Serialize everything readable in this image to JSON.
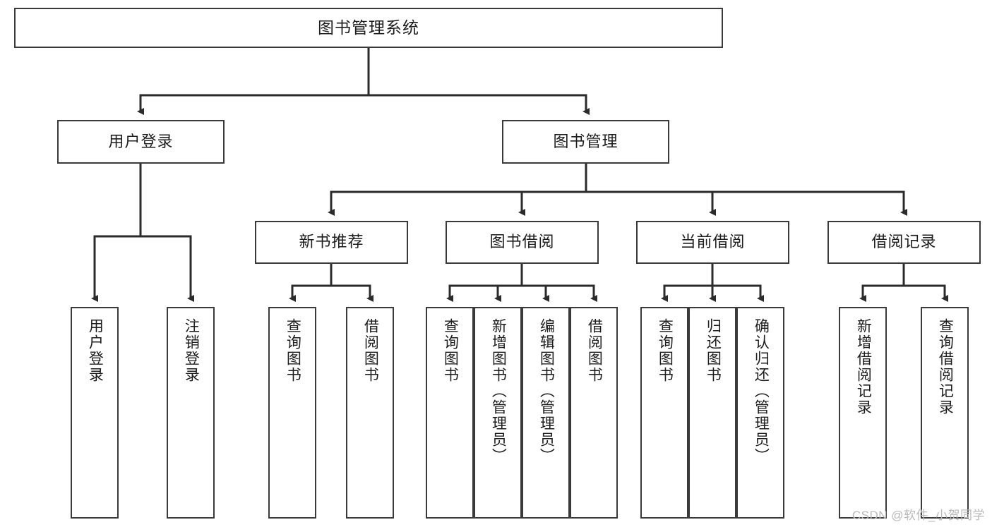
{
  "diagram": {
    "title": "图书管理系统",
    "type": "tree-hierarchy-chart",
    "root": {
      "label": "图书管理系统"
    },
    "level2": [
      {
        "label": "用户登录"
      },
      {
        "label": "图书管理"
      }
    ],
    "level3": [
      {
        "label": "新书推荐"
      },
      {
        "label": "图书借阅"
      },
      {
        "label": "当前借阅"
      },
      {
        "label": "借阅记录"
      }
    ],
    "leaves": {
      "user_login": [
        {
          "label": "用户登录"
        },
        {
          "label": "注销登录"
        }
      ],
      "new_book_recommend": [
        {
          "label": "查询图书"
        },
        {
          "label": "借阅图书"
        }
      ],
      "book_borrow": [
        {
          "label": "查询图书"
        },
        {
          "label": "新增图书（管理员）"
        },
        {
          "label": "编辑图书（管理员）"
        },
        {
          "label": "借阅图书"
        }
      ],
      "current_borrow": [
        {
          "label": "查询图书"
        },
        {
          "label": "归还图书"
        },
        {
          "label": "确认归还（管理员）"
        }
      ],
      "borrow_record": [
        {
          "label": "新增借阅记录"
        },
        {
          "label": "查询借阅记录"
        }
      ]
    }
  },
  "watermark": {
    "text": "CSDN @软件_小贺同学"
  },
  "colors": {
    "box_border": "#3a3a3a",
    "box_fill": "#ffffff",
    "line": "#2b2b2b",
    "text": "#1d1d1d",
    "watermark": "#b9b9b9",
    "background": "#ffffff"
  }
}
